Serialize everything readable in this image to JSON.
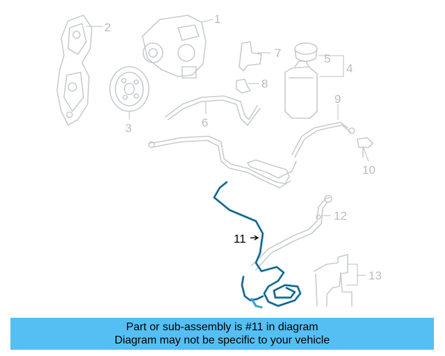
{
  "diagram": {
    "callouts": [
      {
        "id": "1",
        "label": "1"
      },
      {
        "id": "2",
        "label": "2"
      },
      {
        "id": "3",
        "label": "3"
      },
      {
        "id": "4",
        "label": "4"
      },
      {
        "id": "5",
        "label": "5"
      },
      {
        "id": "6",
        "label": "6"
      },
      {
        "id": "7",
        "label": "7"
      },
      {
        "id": "8",
        "label": "8"
      },
      {
        "id": "9",
        "label": "9"
      },
      {
        "id": "10",
        "label": "10"
      },
      {
        "id": "11",
        "label": "11"
      },
      {
        "id": "12",
        "label": "12"
      },
      {
        "id": "13",
        "label": "13"
      }
    ],
    "highlighted_part": "11",
    "highlight_color": "#3aa4d8",
    "part_color": "#c8cbce"
  },
  "caption": {
    "line1": "Part or sub-assembly is #11 in diagram",
    "line2": "Diagram may not be specific to your vehicle",
    "background": "#55bff3"
  }
}
